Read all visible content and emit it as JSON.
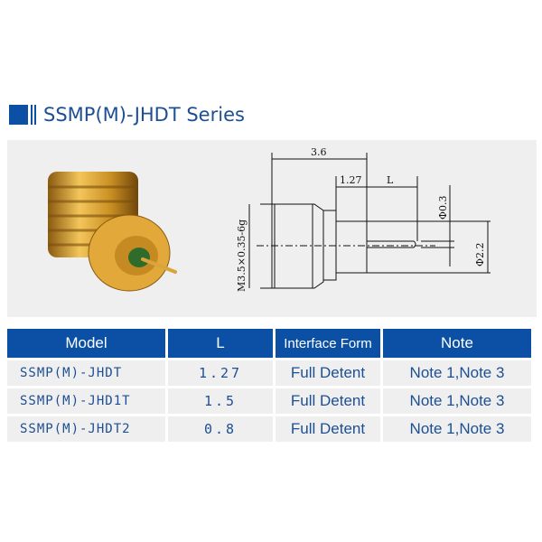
{
  "title": "SSMP(M)-JHDT Series",
  "drawing": {
    "dim_total": "3.6",
    "dim_body": "1.27",
    "dim_pin": "L",
    "dim_pin_dia": "Φ0.3",
    "dim_body_dia": "Φ2.2",
    "thread": "M3.5×0.35-6g"
  },
  "table": {
    "headers": [
      "Model",
      "L",
      "Interface Form",
      "Note"
    ],
    "rows": [
      {
        "model": "SSMP(M)-JHDT",
        "l": "1.27",
        "form": "Full Detent",
        "note": "Note 1,Note 3"
      },
      {
        "model": "SSMP(M)-JHD1T",
        "l": "1.5",
        "form": "Full Detent",
        "note": "Note 1,Note 3"
      },
      {
        "model": "SSMP(M)-JHDT2",
        "l": "0.8",
        "form": "Full Detent",
        "note": "Note 1,Note 3"
      }
    ]
  }
}
